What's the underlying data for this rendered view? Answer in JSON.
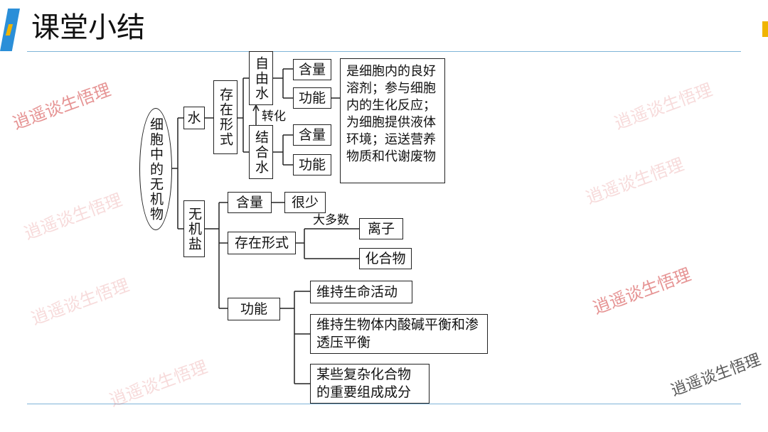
{
  "slide": {
    "title": "课堂小结"
  },
  "diagram": {
    "root": "细胞中的无机物",
    "water": {
      "label": "水",
      "forms_label": "存在形式",
      "free_water": "自由水",
      "bound_water": "结合水",
      "conversion": "转化",
      "content": "含量",
      "function": "功能",
      "free_water_function_desc": "是细胞内的良好溶剂；参与细胞内的生化反应；为细胞提供液体环境；运送营养物质和代谢废物"
    },
    "salt": {
      "label": "无机盐",
      "content": "含量",
      "content_value": "很少",
      "forms_label": "存在形式",
      "majority_label": "大多数",
      "ion": "离子",
      "compound": "化合物",
      "function": "功能",
      "functions": [
        "维持生命活动",
        "维持生物体内酸碱平衡和渗透压平衡",
        "某些复杂化合物的重要组成成分"
      ]
    }
  },
  "watermark": "逍遥谈生悟理"
}
